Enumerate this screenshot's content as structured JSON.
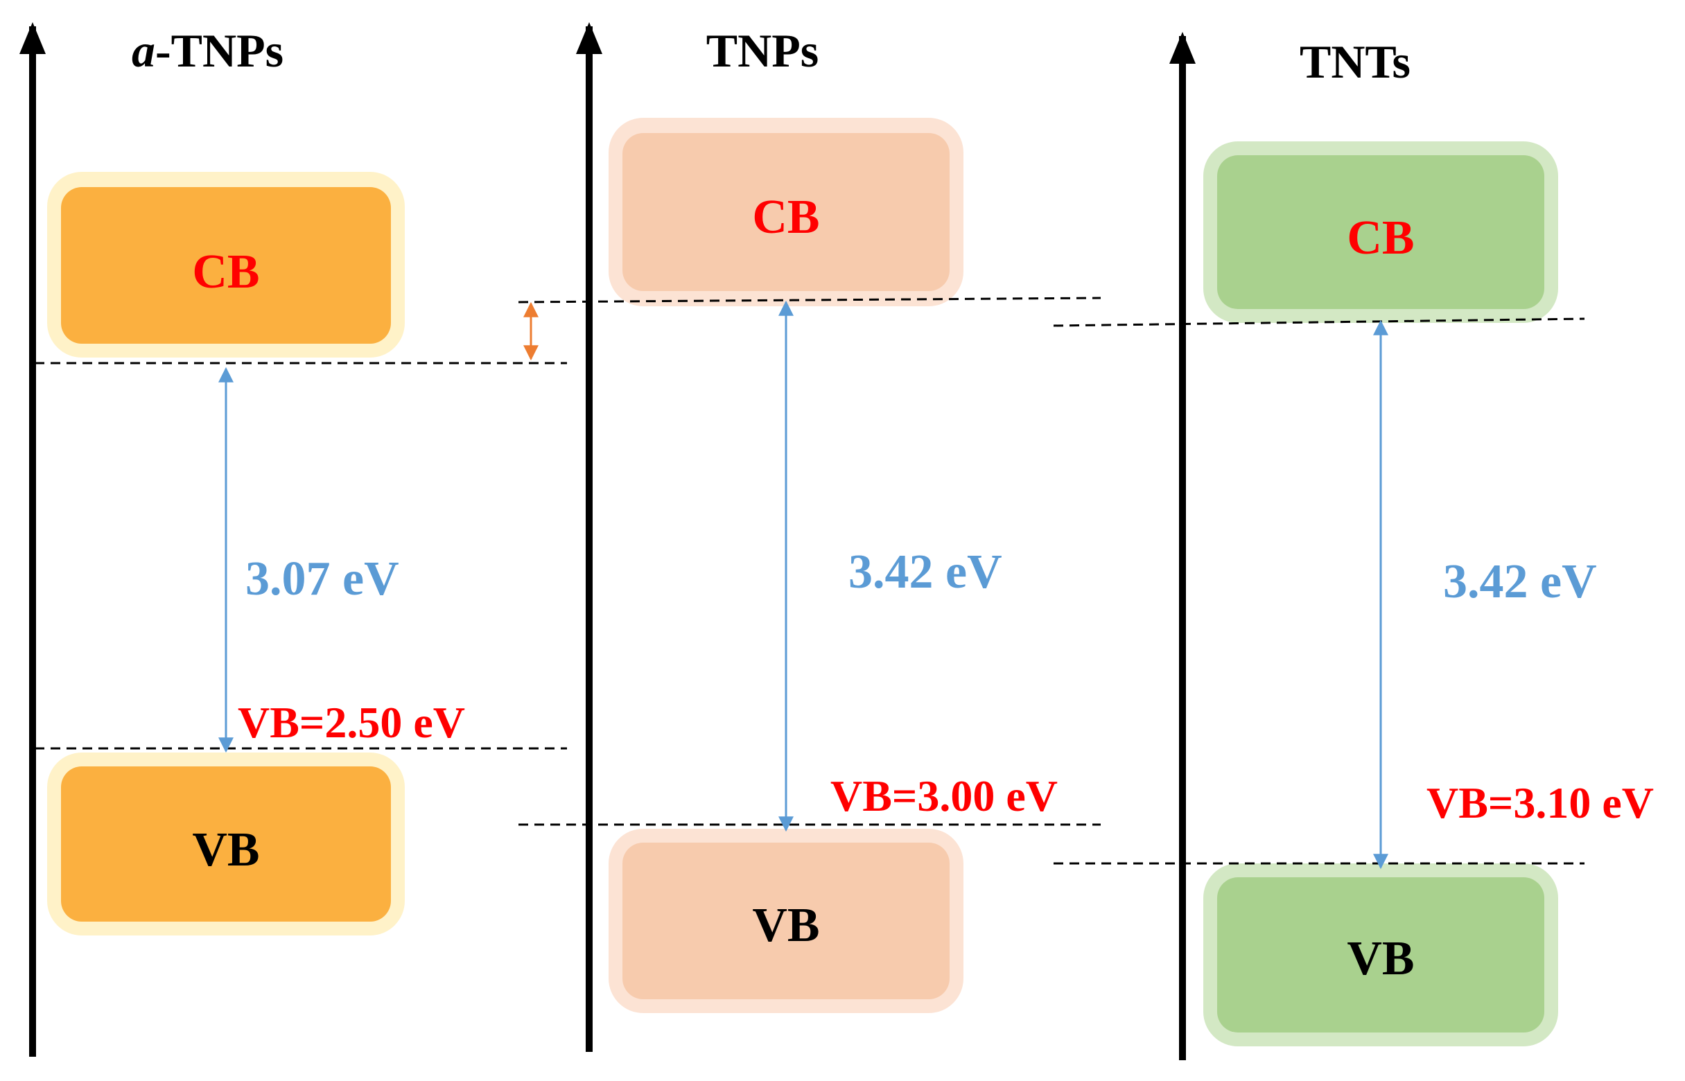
{
  "panels": [
    {
      "title_prefix": "a",
      "title_suffix": "-TNPs",
      "cb_label": "CB",
      "vb_label": "VB",
      "gap_label": "3.07 eV",
      "vb_value": "VB=2.50 eV",
      "band_fill": "#fbb040",
      "band_glow": "#fff2c8"
    },
    {
      "title_prefix": "",
      "title_suffix": "TNPs",
      "cb_label": "CB",
      "vb_label": "VB",
      "gap_label": "3.42 eV",
      "vb_value": "VB=3.00 eV",
      "band_fill": "#f7cbad",
      "band_glow": "#fce3d4"
    },
    {
      "title_prefix": "",
      "title_suffix": "TNTs",
      "cb_label": "CB",
      "vb_label": "VB",
      "gap_label": "3.42 eV",
      "vb_value": "VB=3.10 eV",
      "band_fill": "#a9d18e",
      "band_glow": "#d3e8c4"
    }
  ],
  "colors": {
    "cb_text": "#ff0000",
    "vb_text": "#000000",
    "gap_arrow": "#5b9bd5",
    "offset_arrow": "#ed7d31",
    "axis": "#000000"
  },
  "icons": {
    "energy_axis": "up-arrow-icon",
    "band_gap": "double-arrow-icon",
    "offset": "double-arrow-icon"
  }
}
